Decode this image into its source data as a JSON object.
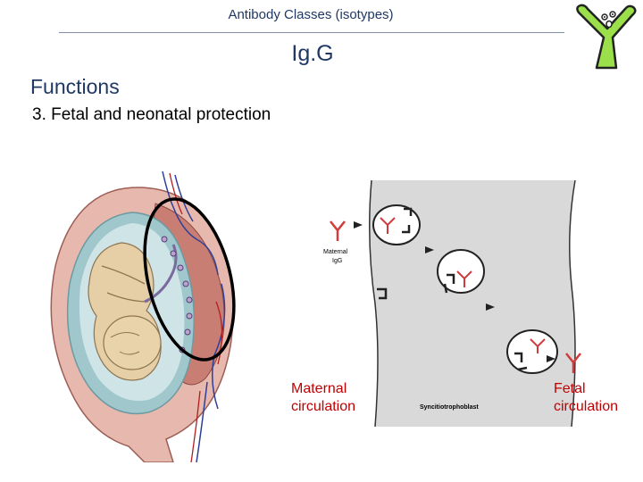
{
  "header": {
    "title": "Antibody Classes (isotypes)"
  },
  "slide": {
    "title": "Ig.G",
    "section": "Functions",
    "item": "3.  Fetal and neonatal protection"
  },
  "diagram": {
    "maternal_igg_line1": "Maternal",
    "maternal_igg_line2": "IgG",
    "syncytiotrophoblast": "Syncitiotrophoblast",
    "maternal_circulation_line1": "Maternal",
    "maternal_circulation_line2": "circulation",
    "fetal_circulation_line1": "Fetal",
    "fetal_circulation_line2": "circulation"
  },
  "colors": {
    "title": "#1f3864",
    "label_red": "#c00000",
    "logo_green": "#7ed321"
  },
  "icons": [
    "antibody-mascot-logo",
    "uterus-fetus-illustration",
    "placenta-transport-diagram"
  ]
}
